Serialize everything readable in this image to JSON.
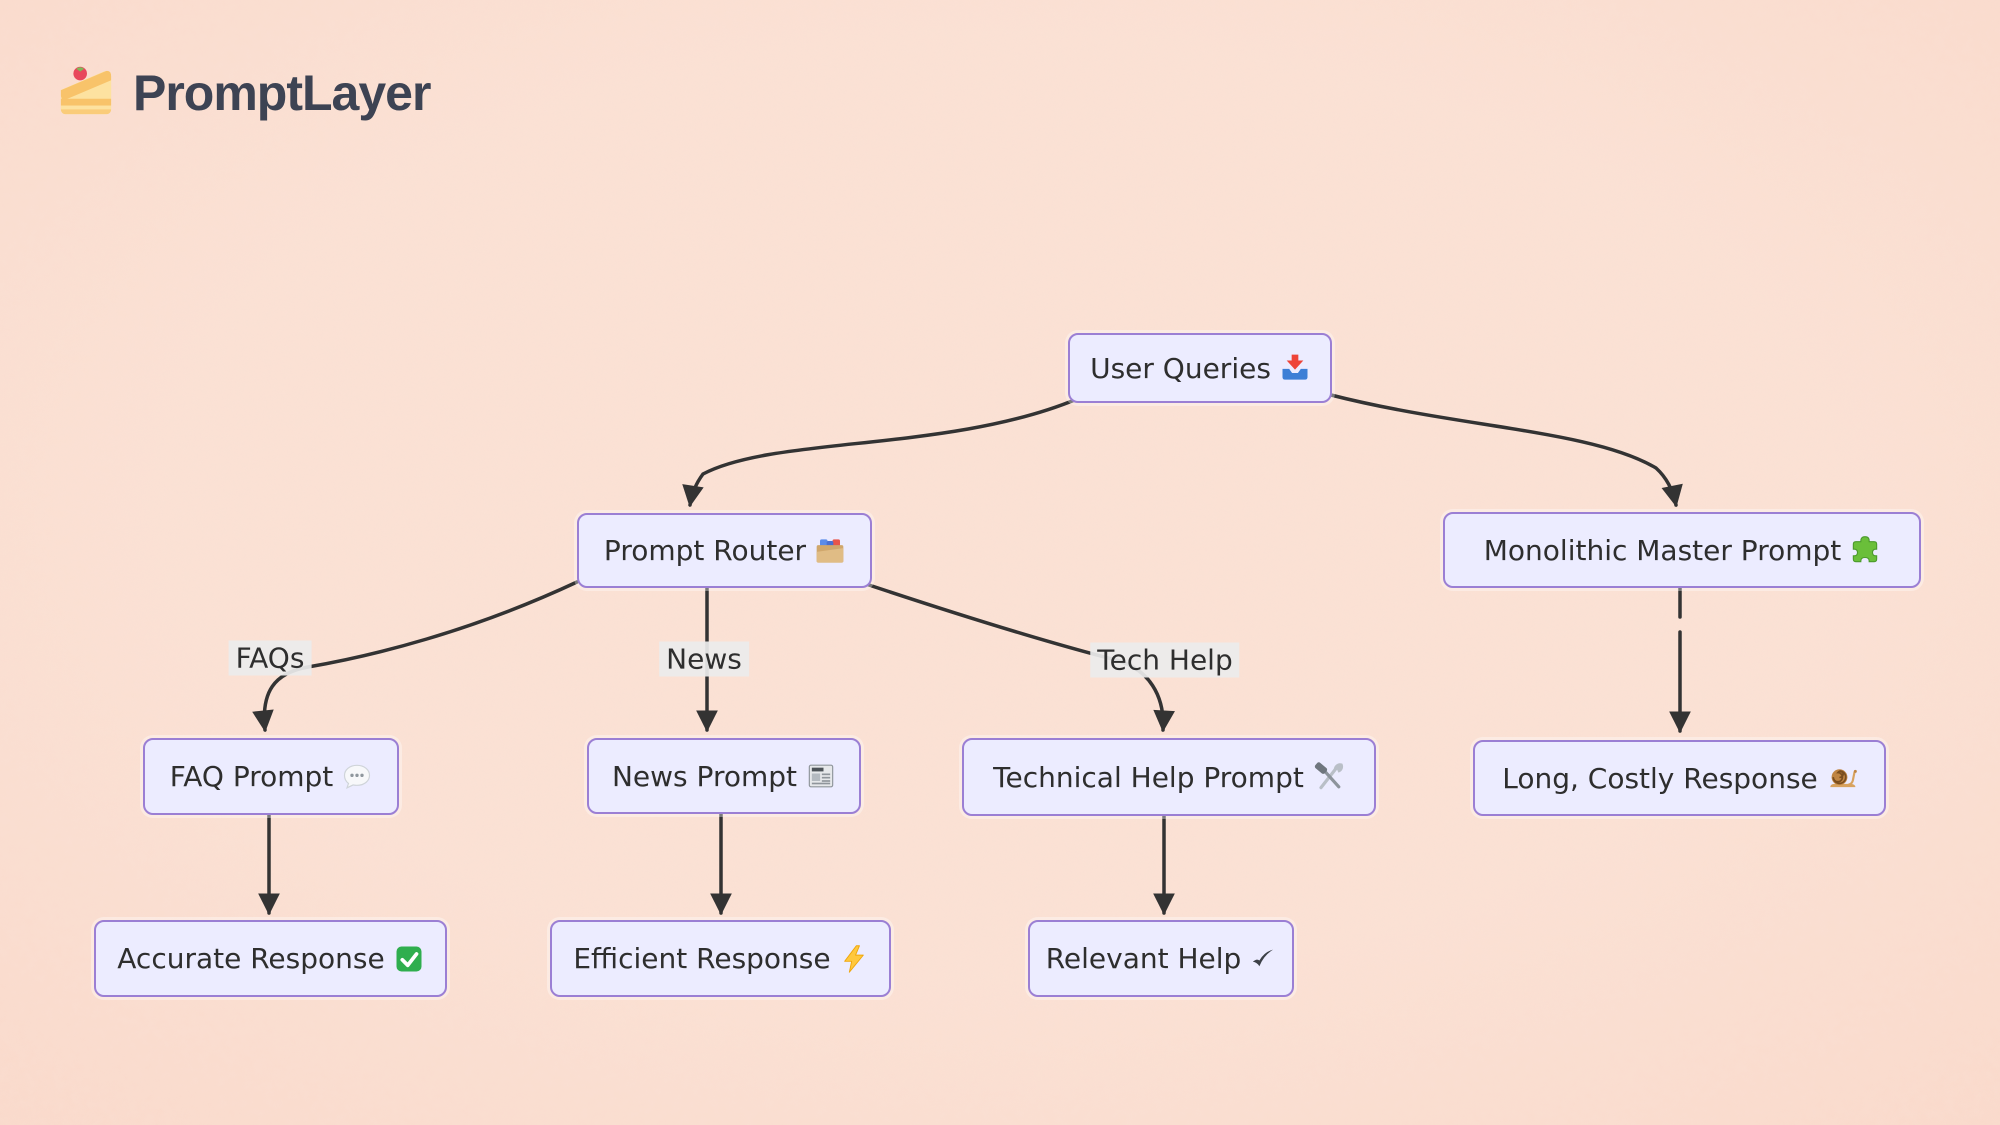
{
  "brand": {
    "name": "PromptLayer",
    "logo_icon": "cake-slice",
    "logo_emoji": "🍰"
  },
  "diagram": {
    "type": "flowchart",
    "nodes": {
      "user_queries": {
        "label": "User Queries",
        "icon": "inbox-tray",
        "emoji": "📥"
      },
      "prompt_router": {
        "label": "Prompt Router",
        "icon": "card-index-dividers",
        "emoji": "🗂️"
      },
      "monolithic": {
        "label": "Monolithic Master Prompt",
        "icon": "puzzle-piece",
        "emoji": "🧩"
      },
      "faq_prompt": {
        "label": "FAQ Prompt",
        "icon": "speech-balloon",
        "emoji": "💬"
      },
      "news_prompt": {
        "label": "News Prompt",
        "icon": "newspaper",
        "emoji": "📰"
      },
      "technical_help": {
        "label": "Technical Help Prompt",
        "icon": "hammer-and-wrench",
        "emoji": "🛠️"
      },
      "long_costly": {
        "label": "Long, Costly Response",
        "icon": "snail",
        "emoji": "🐌"
      },
      "accurate": {
        "label": "Accurate Response",
        "icon": "check-mark-button",
        "emoji": "✅"
      },
      "efficient": {
        "label": "Efficient Response",
        "icon": "high-voltage",
        "emoji": "⚡"
      },
      "relevant": {
        "label": "Relevant Help",
        "icon": "heavy-check-mark",
        "emoji": "✔️"
      }
    },
    "edge_labels": {
      "faqs": "FAQs",
      "news": "News",
      "tech_help": "Tech Help"
    },
    "edges": [
      {
        "from": "user_queries",
        "to": "prompt_router",
        "label": "",
        "style": "solid"
      },
      {
        "from": "user_queries",
        "to": "monolithic",
        "label": "",
        "style": "solid"
      },
      {
        "from": "prompt_router",
        "to": "faq_prompt",
        "label": "FAQs",
        "style": "solid"
      },
      {
        "from": "prompt_router",
        "to": "news_prompt",
        "label": "News",
        "style": "solid"
      },
      {
        "from": "prompt_router",
        "to": "technical_help",
        "label": "Tech Help",
        "style": "solid"
      },
      {
        "from": "faq_prompt",
        "to": "accurate",
        "label": "",
        "style": "solid"
      },
      {
        "from": "news_prompt",
        "to": "efficient",
        "label": "",
        "style": "solid"
      },
      {
        "from": "technical_help",
        "to": "relevant",
        "label": "",
        "style": "solid"
      },
      {
        "from": "monolithic",
        "to": "long_costly",
        "label": "",
        "style": "dashed"
      }
    ],
    "colors": {
      "background": "#fadacb",
      "node_fill": "#ececff",
      "node_border": "#9b7fd4",
      "edge_stroke": "#333333",
      "edge_label_bg": "#ebebeb",
      "text": "#2e2e2e",
      "brand_text": "#3d4353"
    }
  }
}
